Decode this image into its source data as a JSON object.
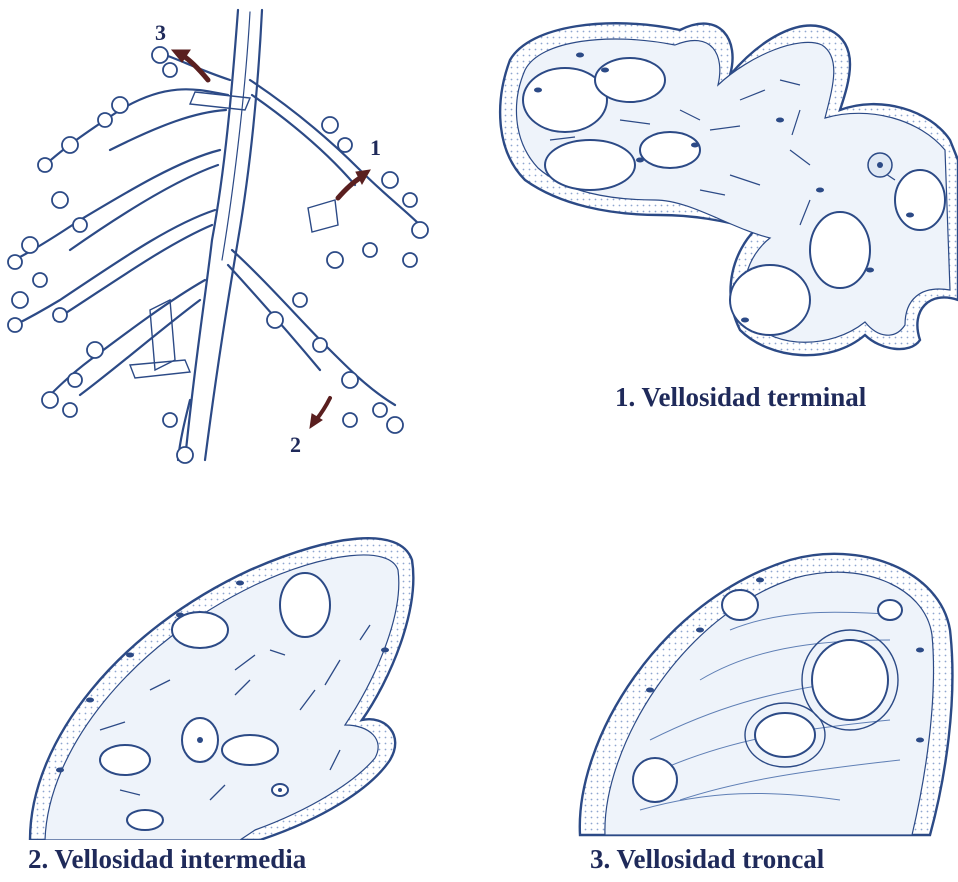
{
  "tree": {
    "markers": [
      "3",
      "1",
      "2"
    ]
  },
  "captions": {
    "terminal": "1. Vellosidad terminal",
    "intermediate": "2. Vellosidad intermedia",
    "stem": "3. Vellosidad troncal"
  },
  "colors": {
    "ink": "#2c4a86",
    "fill": "#dfe8f4",
    "stipple": "#c3d2ea",
    "arrow": "#5a1f1f",
    "caption": "#1f2a5a"
  }
}
